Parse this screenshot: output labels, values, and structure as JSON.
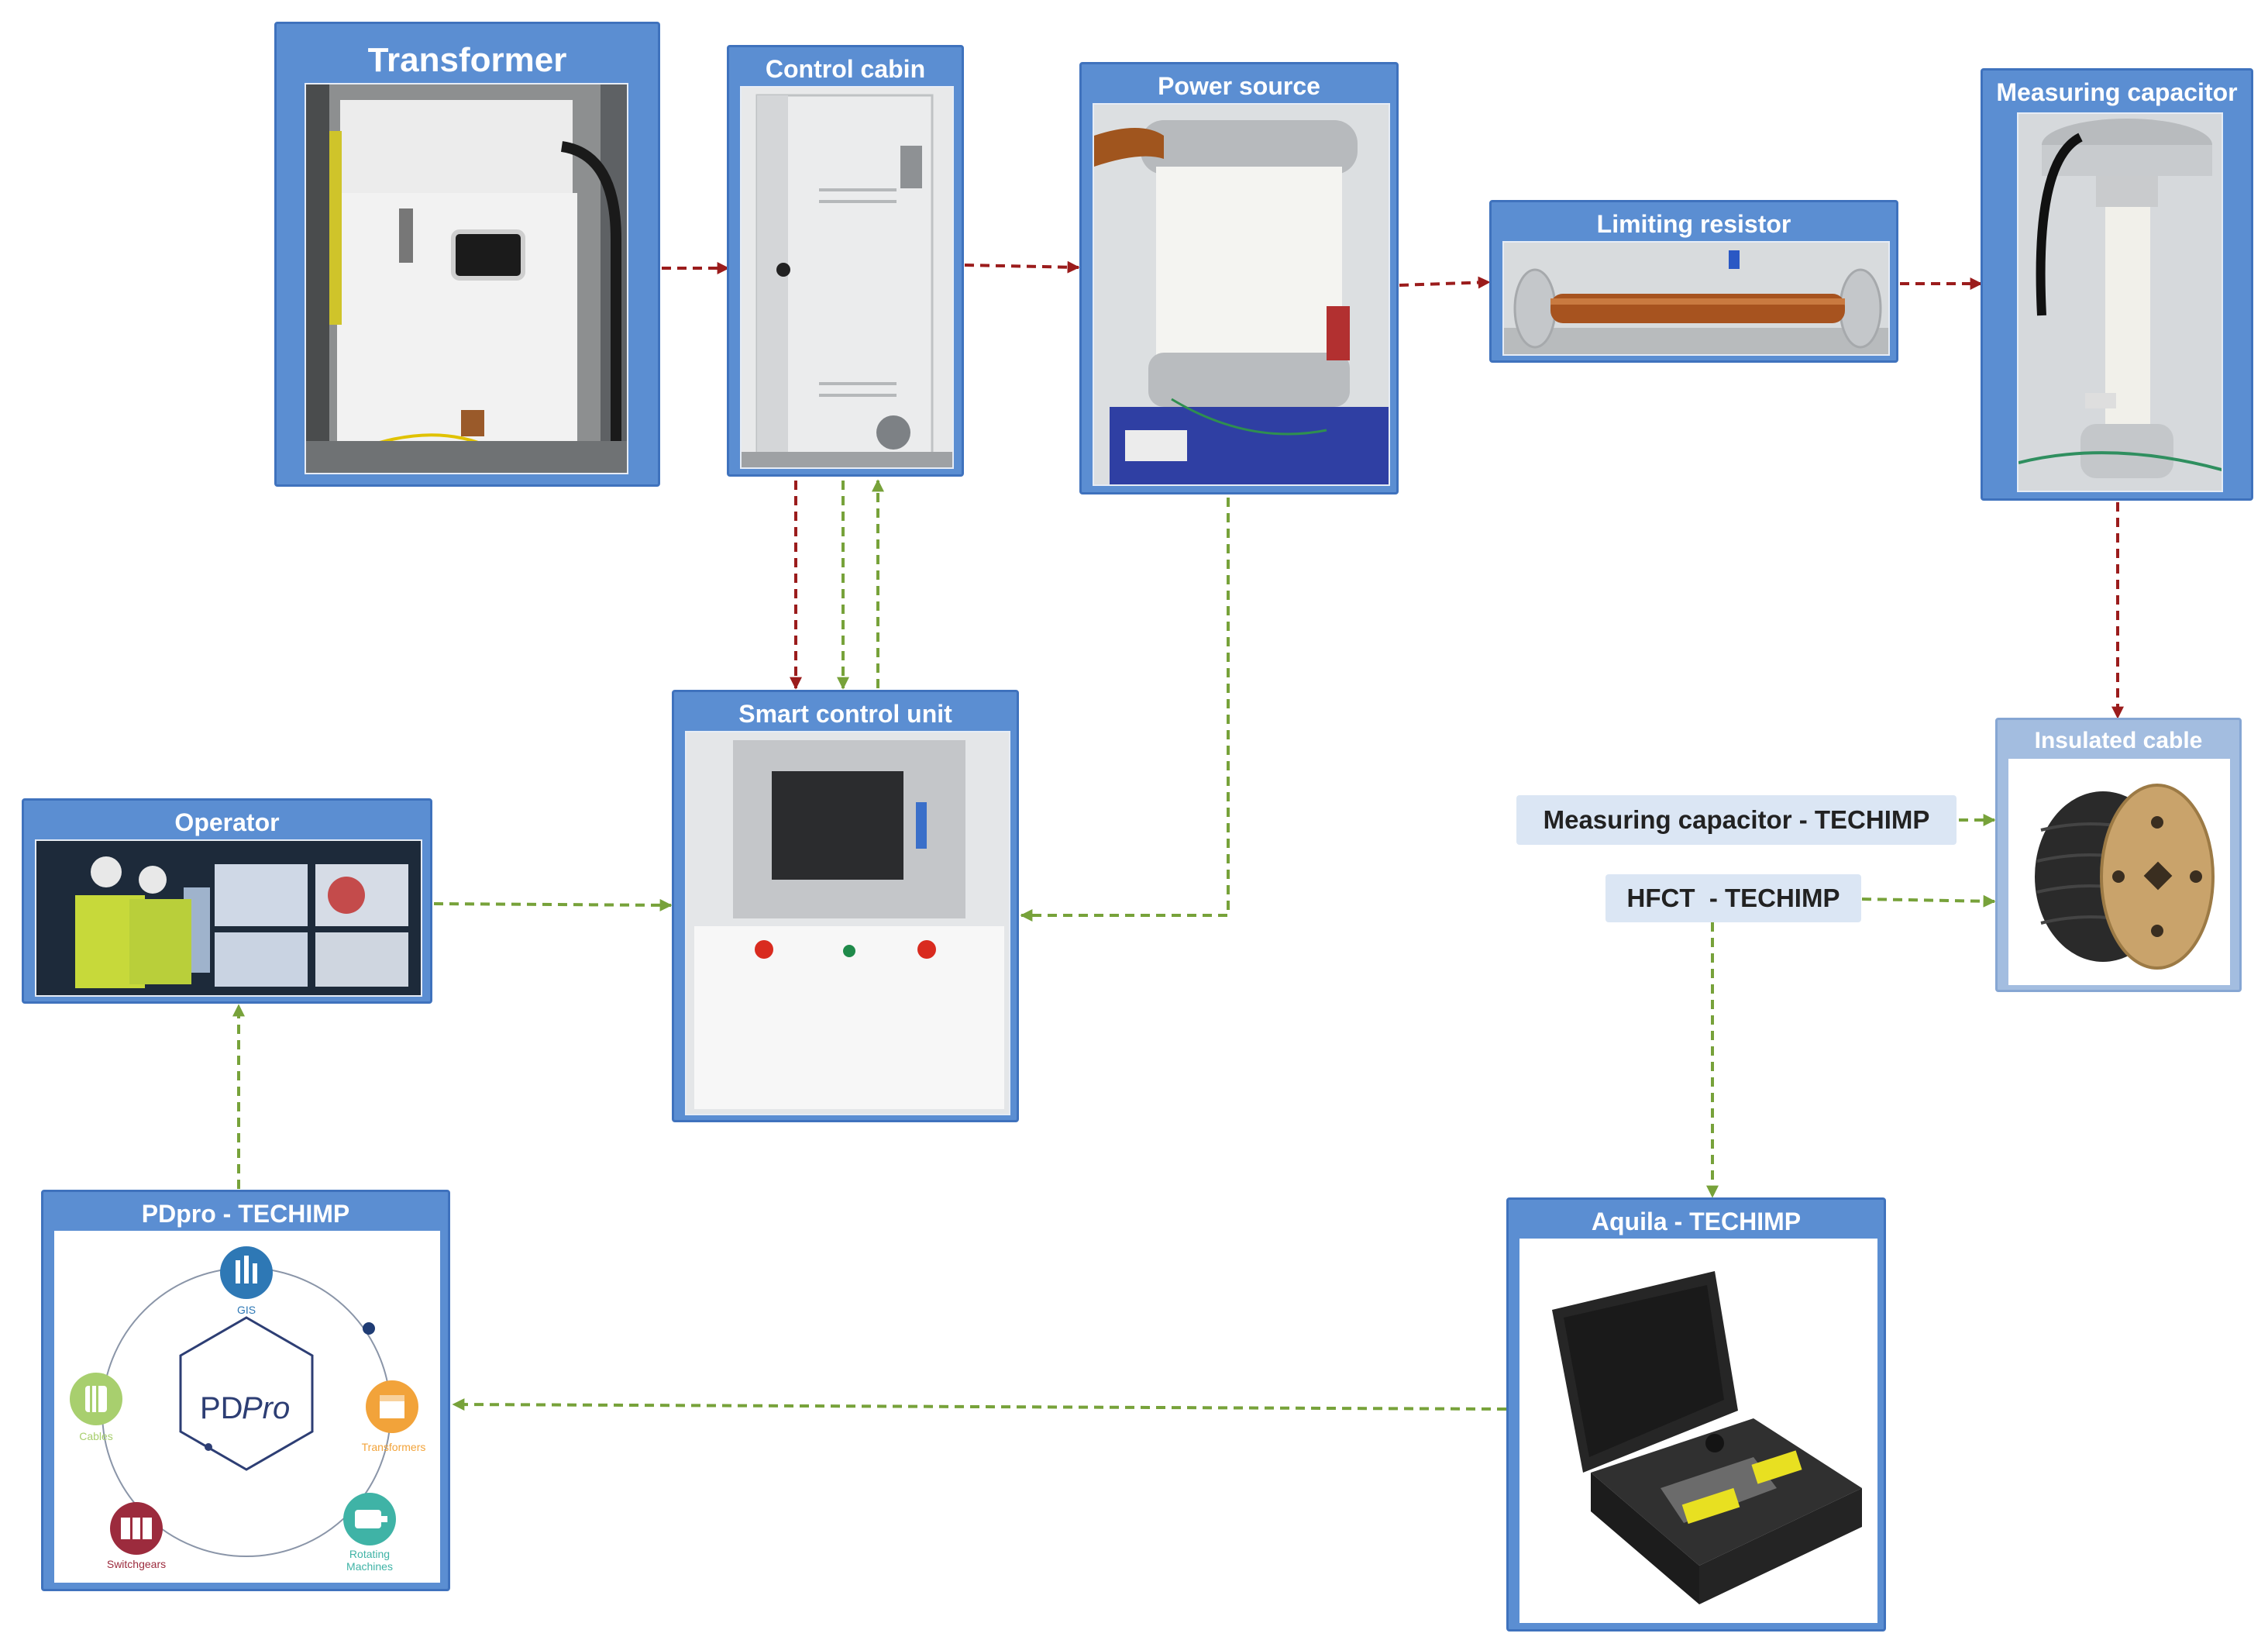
{
  "nodes": {
    "transformer": {
      "title": "Transformer"
    },
    "control_cabin": {
      "title": "Control cabin"
    },
    "power_source": {
      "title": "Power source"
    },
    "limiting_resistor": {
      "title": "Limiting resistor"
    },
    "measuring_capacitor": {
      "title": "Measuring capacitor"
    },
    "smart_control_unit": {
      "title": "Smart control unit"
    },
    "operator": {
      "title": "Operator"
    },
    "insulated_cable": {
      "title": "Insulated cable"
    },
    "pdpro": {
      "title": "PDpro - TECHIMP"
    },
    "aquila": {
      "title": "Aquila - TECHIMP"
    }
  },
  "tags": {
    "measuring_capacitor_techimp": "Measuring capacitor - TECHIMP",
    "hfct_techimp": "HFCT  - TECHIMP"
  },
  "pdpro_logo": {
    "name_main": "PD",
    "name_suffix": "Pro",
    "items": {
      "gis": "GIS",
      "transformers": "Transformers",
      "rotating_line1": "Rotating",
      "rotating_line2": "Machines",
      "switchgears": "Switchgears",
      "cables": "Cables"
    }
  },
  "colors": {
    "box_fill": "#5b8ed2",
    "box_border": "#3f72bd",
    "box_light_fill": "#a3bde0",
    "tag_fill": "#dbe6f4",
    "power_arrow": "#9b1c1c",
    "signal_arrow": "#77a23a"
  }
}
